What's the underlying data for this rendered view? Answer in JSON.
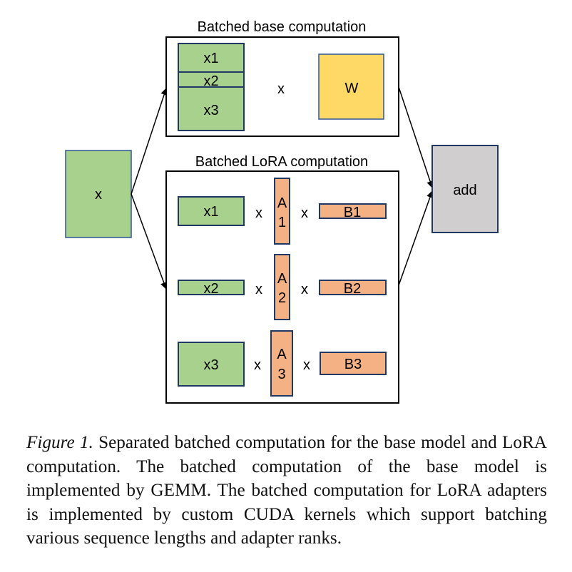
{
  "figure": {
    "base_section": {
      "title": "Batched base computation",
      "stack_labels": [
        "x1",
        "x2",
        "x3"
      ],
      "operator": "x",
      "weight_label": "W"
    },
    "lora_section": {
      "title": "Batched LoRA computation",
      "rows": [
        {
          "input": "x1",
          "op1": "x",
          "a_line1": "A",
          "a_line2": "1",
          "op2": "x",
          "b": "B1"
        },
        {
          "input": "x2",
          "op1": "x",
          "a_line1": "A",
          "a_line2": "2",
          "op2": "x",
          "b": "B2"
        },
        {
          "input": "x3",
          "op1": "x",
          "a_line1": "A",
          "a_line2": "3",
          "op2": "x",
          "b": "B3"
        }
      ]
    },
    "input_label": "x",
    "output_label": "add",
    "colors": {
      "input_green": "#a9d18e",
      "weight_yellow": "#ffd966",
      "lora_orange": "#f4b183",
      "add_gray": "#d0cece",
      "box_border": "#203864"
    }
  },
  "caption": {
    "label": "Figure 1.",
    "text": " Separated batched computation for the base model and LoRA computation. The batched computation of the base model is implemented by GEMM. The batched computation for LoRA adapters is implemented by custom CUDA kernels which support batching various sequence lengths and adapter ranks."
  }
}
